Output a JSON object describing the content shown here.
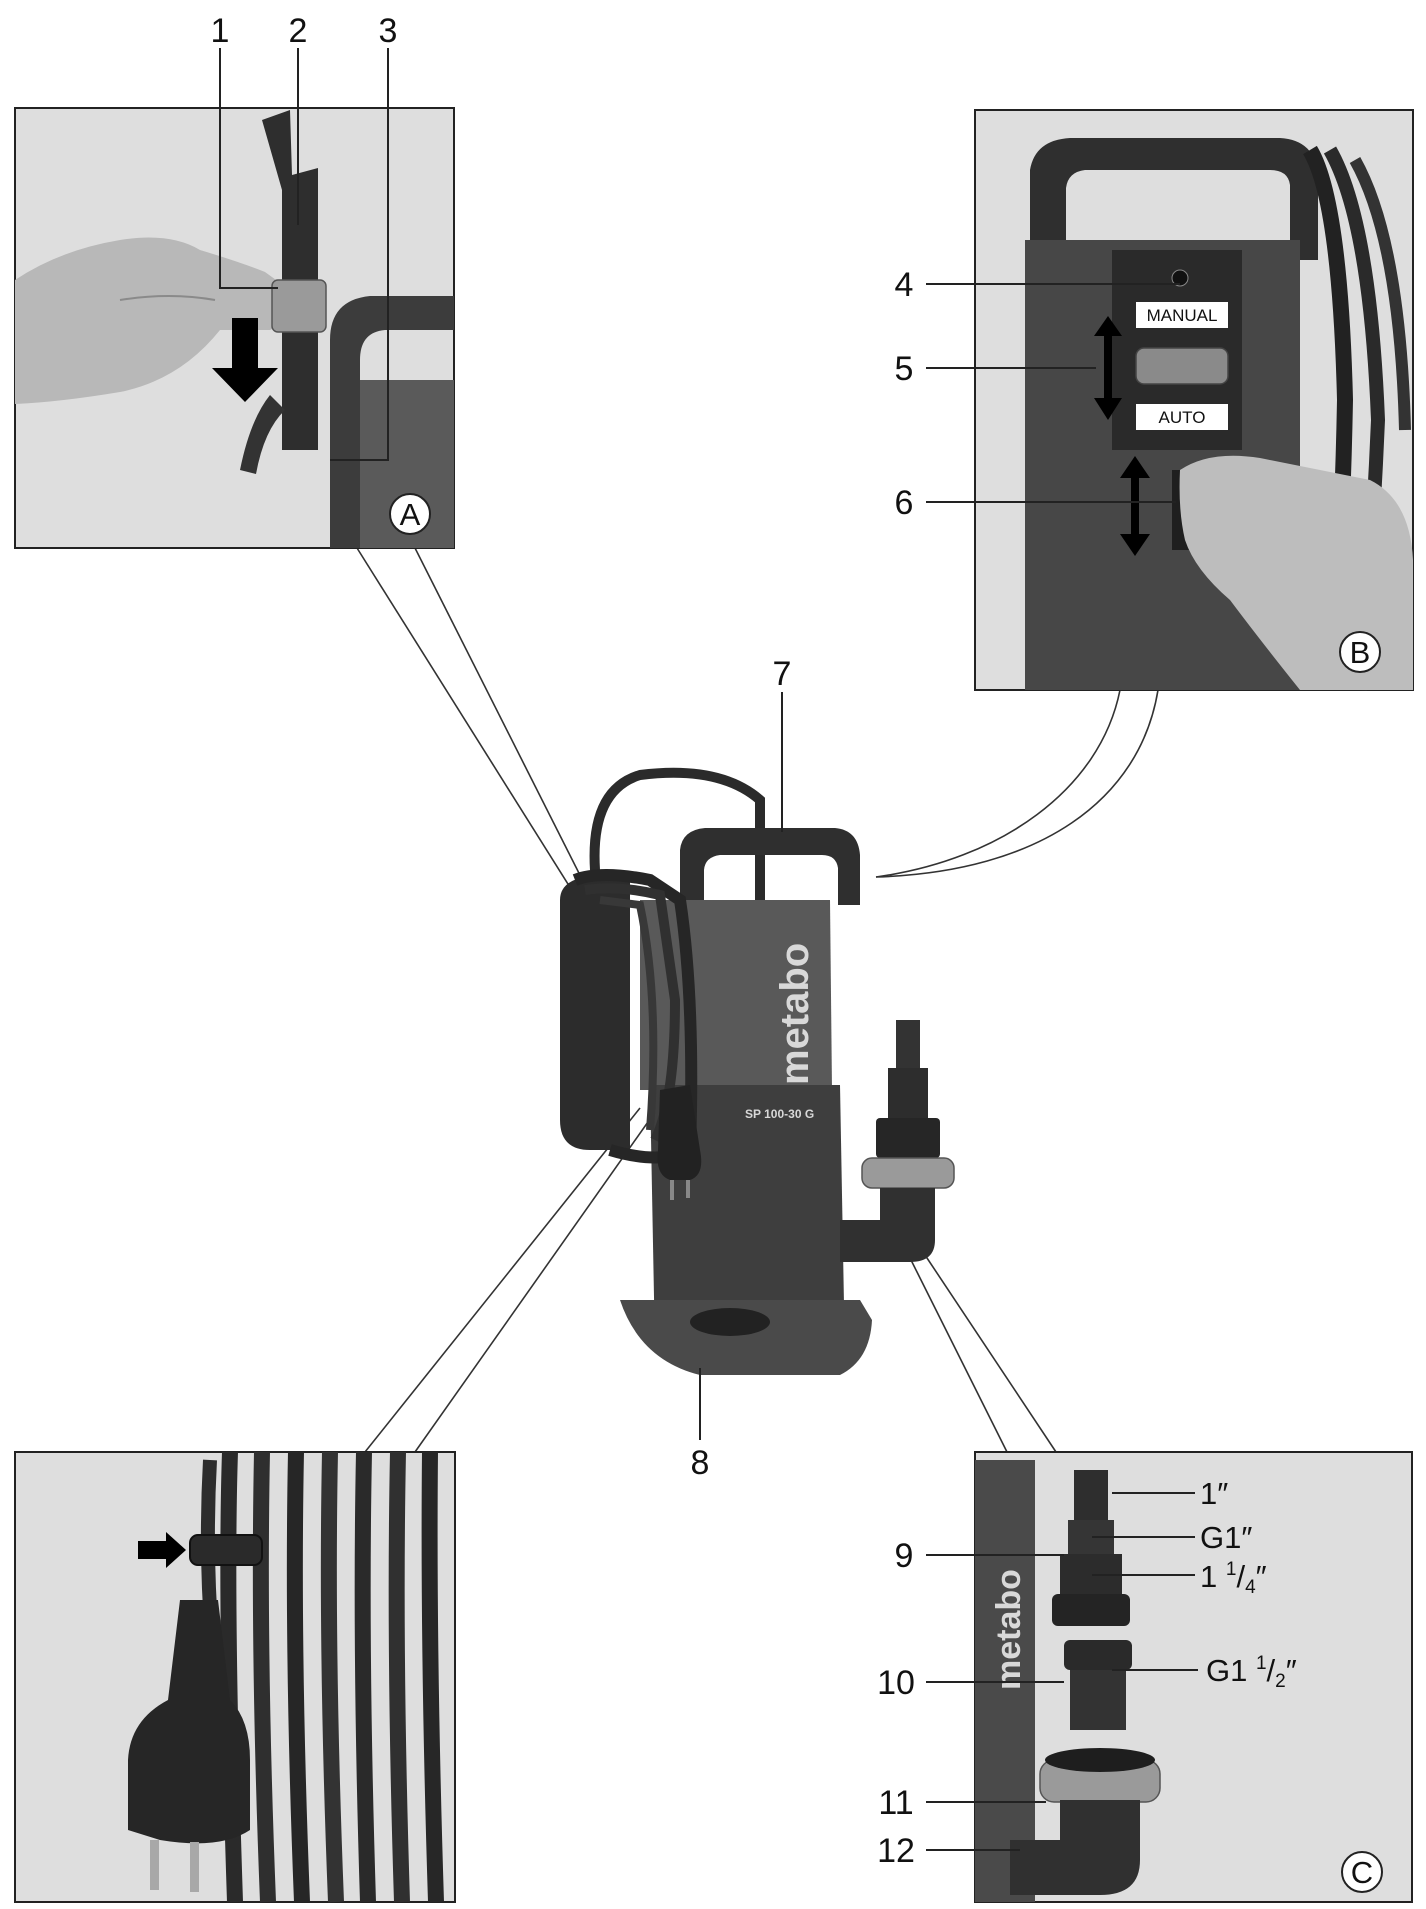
{
  "callouts": {
    "n1": "1",
    "n2": "2",
    "n3": "3",
    "n4": "4",
    "n5": "5",
    "n6": "6",
    "n7": "7",
    "n8": "8",
    "n9": "9",
    "n10": "10",
    "n11": "11",
    "n12": "12"
  },
  "panels": {
    "a": "A",
    "b": "B",
    "c": "C"
  },
  "switch_labels": {
    "manual": "MANUAL",
    "auto": "AUTO"
  },
  "thread_sizes": {
    "s1": "1″",
    "s2": "G1″",
    "s3_main": "1 ",
    "s3_num": "1",
    "s3_den": "4",
    "s3_unit": "″",
    "s4_main": "G1 ",
    "s4_num": "1",
    "s4_den": "2",
    "s4_unit": "″"
  },
  "brand": {
    "name": "metabo",
    "model": "SP 100-30 G"
  },
  "colors": {
    "frame_bg": "#dedede",
    "pump_dark": "#3e3e3e",
    "pump_mid": "#595959",
    "cable": "#2b2b2b",
    "clip": "#9a9a9a"
  }
}
